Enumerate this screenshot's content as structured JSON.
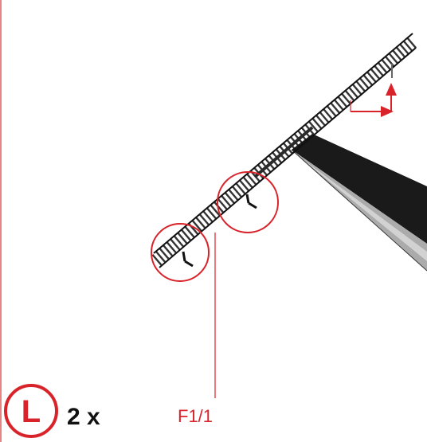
{
  "step": {
    "letter": "L",
    "quantity": "2 x",
    "reference": "F1/1"
  },
  "colors": {
    "accent": "#d9232a",
    "ink": "#111111",
    "rail_shadow": "#1a1a1a",
    "rail_grey": "#9a9a9a"
  }
}
